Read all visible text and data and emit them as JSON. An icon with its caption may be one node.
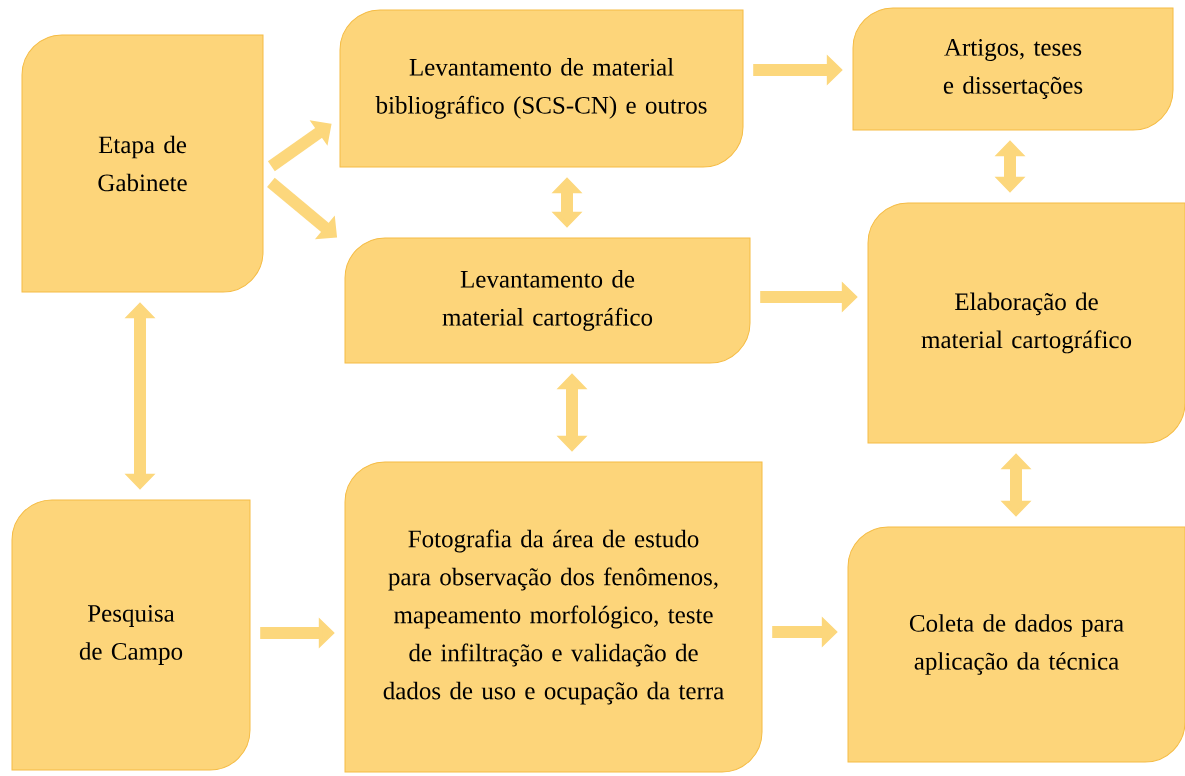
{
  "diagram": {
    "nodes": [
      {
        "text": [
          "Etapa de Gabinete"
        ]
      },
      {
        "text": [
          "Levantamento de material bibliográfico (SCS-CN) e outros"
        ]
      },
      {
        "text": [
          "Artigos, teses e dissertações"
        ]
      },
      {
        "text": [
          "Levantamento de material cartográfico"
        ]
      },
      {
        "text": [
          "Elaboração de material cartográfico"
        ]
      },
      {
        "text": [
          "Pesquisa de Campo"
        ]
      },
      {
        "text": [
          "Fotografia da área de estudo para observação dos fenômenos, mapeamento morfológico, teste de infiltração e validação de dados de uso e ocupação da terra"
        ]
      },
      {
        "text": [
          "Coleta de dados para aplicação da técnica"
        ]
      }
    ],
    "edges": [
      {
        "from": 0,
        "to": 1,
        "arrow": "to"
      },
      {
        "from": 0,
        "to": 3,
        "arrow": "to"
      },
      {
        "from": 1,
        "to": 3,
        "arrow": "both"
      },
      {
        "from": 1,
        "to": 2,
        "arrow": "to"
      },
      {
        "from": 3,
        "to": 4,
        "arrow": "to"
      },
      {
        "from": 2,
        "to": 4,
        "arrow": "both"
      },
      {
        "from": 0,
        "to": 5,
        "arrow": "both"
      },
      {
        "from": 3,
        "to": 6,
        "arrow": "both"
      },
      {
        "from": 4,
        "to": 7,
        "arrow": "both"
      },
      {
        "from": 5,
        "to": 6,
        "arrow": "to"
      },
      {
        "from": 6,
        "to": 7,
        "arrow": "to"
      }
    ]
  }
}
